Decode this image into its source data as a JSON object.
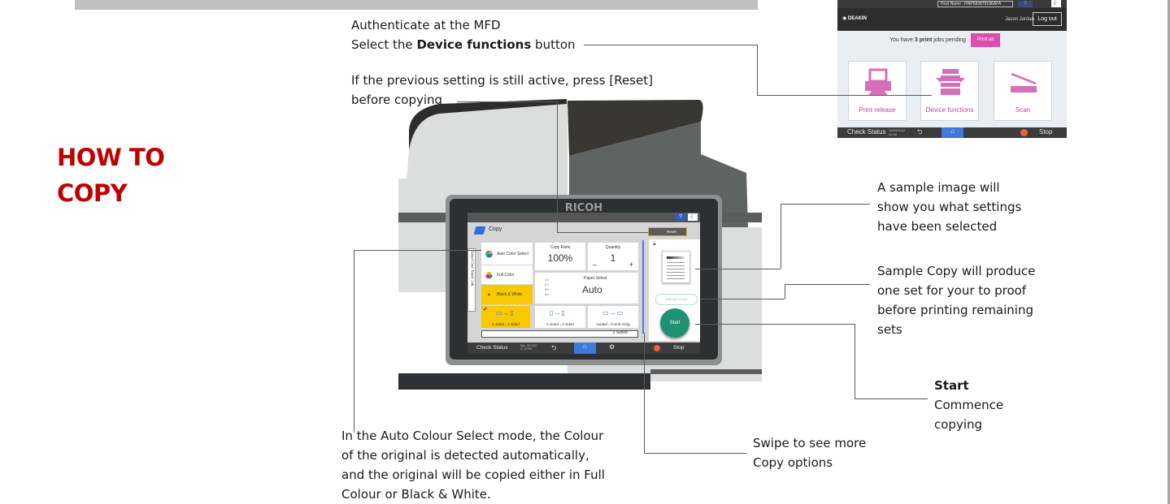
{
  "page": {
    "title_line1": "HOW TO",
    "title_line2": "COPY",
    "accent_color": "#c00000"
  },
  "instructions": {
    "authenticate": "Authenticate at the MFD",
    "select_prefix": "Select the ",
    "select_bold": "Device functions",
    "select_suffix": " button",
    "reset_line1": "If the previous setting is still active, press [Reset]",
    "reset_line2": "before copying",
    "sample_image": [
      "A sample image will",
      "show you what settings",
      "have been selected"
    ],
    "sample_copy": [
      "Sample Copy will produce",
      "one set for your to proof",
      "before printing remaining",
      "sets"
    ],
    "start_title": "Start",
    "start_desc": [
      "Commence",
      "copying"
    ],
    "swipe": [
      "Swipe to see more",
      "Copy options"
    ],
    "auto_colour_l1": "In the Auto Colour Select mode, the Colour",
    "auto_colour_l2": "of the original is detected automatically,",
    "auto_colour_l3_a": "and the original will be copied either in ",
    "auto_colour_l3_b": "Full",
    "auto_colour_l4": "Colour or Black & White."
  },
  "home_screen": {
    "host_name": "Host Name : RNP583879186AFA",
    "help": "?",
    "moon": "☾",
    "logo": "DEAKIN",
    "user": "Jason Jordan",
    "logout": "Log out",
    "pending_prefix": "You have ",
    "pending_count": "3 print",
    "pending_suffix": " jobs pending",
    "print_all": "Print all",
    "tiles": [
      "Print release",
      "Device functions",
      "Scan"
    ],
    "tile_color": "#c2459d",
    "footer": {
      "check_status": "Check Status",
      "date": "18/05/2022",
      "time": "00:48",
      "back": "⮌",
      "home": "⌂",
      "stop": "Stop"
    }
  },
  "printer": {
    "brand": "RICOH"
  },
  "copy_screen": {
    "help": "?",
    "moon": "☾",
    "app_title": "Copy",
    "reset": "Reset",
    "one_touch_tab": "Select One Touch Job",
    "colour_modes": [
      {
        "label": "Auto Color Select",
        "selected": false
      },
      {
        "label": "Full Color",
        "selected": false
      },
      {
        "label": "Black & White",
        "selected": true
      }
    ],
    "copy_ratio": {
      "label": "Copy Ratio",
      "value": "100%"
    },
    "quantity": {
      "label": "Quantity",
      "value": "1",
      "minus": "–",
      "plus": "+"
    },
    "paper_select": {
      "label": "Paper Select",
      "value": "Auto",
      "trays": [
        "1",
        "2",
        "3",
        "4"
      ]
    },
    "duplex": [
      {
        "label": "1 sided→2 sided",
        "selected": true
      },
      {
        "label": "2 sided→2 sided",
        "selected": false
      },
      {
        "label": "1sided→Comb 2orig",
        "selected": false
      }
    ],
    "strip_label": "2 Sided/",
    "sample_copy": "Sample Copy",
    "start": "Start",
    "start_color": "#1e9273",
    "footer": {
      "check_status": "Check Status",
      "date": "Mar. 26 2020",
      "time": "07:37PM",
      "back": "⮌",
      "home": "⌂",
      "gear": "⚙",
      "stop": "Stop"
    }
  }
}
